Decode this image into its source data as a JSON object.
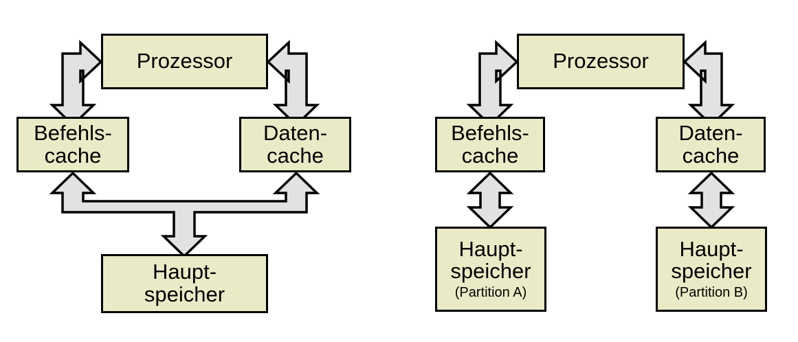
{
  "figure": {
    "background_color": "#ffffff",
    "box_fill_color": "#eaeac7",
    "box_stroke_color": "#000000",
    "arrow_fill_color": "#e2e2e2",
    "arrow_stroke_color": "#000000"
  },
  "diagrams": [
    {
      "id": "harvard-shared-memory",
      "nodes": {
        "processor": {
          "line1": "Prozessor"
        },
        "instruction_cache": {
          "line1": "Befehls-",
          "line2": "cache"
        },
        "data_cache": {
          "line1": "Daten-",
          "line2": "cache"
        },
        "main_memory": {
          "line1": "Haupt-",
          "line2": "speicher"
        }
      },
      "connectors": [
        {
          "name": "processor-to-instruction-cache",
          "kind": "elbow-double-arrow"
        },
        {
          "name": "processor-to-data-cache",
          "kind": "elbow-double-arrow"
        },
        {
          "name": "caches-to-main-memory",
          "kind": "trident-arrow"
        }
      ]
    },
    {
      "id": "partitioned-memory",
      "nodes": {
        "processor": {
          "line1": "Prozessor"
        },
        "instruction_cache": {
          "line1": "Befehls-",
          "line2": "cache"
        },
        "data_cache": {
          "line1": "Daten-",
          "line2": "cache"
        },
        "main_memory_a": {
          "line1": "Haupt-",
          "line2": "speicher",
          "sub": "(Partition A)"
        },
        "main_memory_b": {
          "line1": "Haupt-",
          "line2": "speicher",
          "sub": "(Partition B)"
        }
      },
      "connectors": [
        {
          "name": "processor-to-instruction-cache",
          "kind": "elbow-double-arrow"
        },
        {
          "name": "processor-to-data-cache",
          "kind": "elbow-double-arrow"
        },
        {
          "name": "instruction-cache-to-memory-a",
          "kind": "vertical-double-arrow"
        },
        {
          "name": "data-cache-to-memory-b",
          "kind": "vertical-double-arrow"
        }
      ]
    }
  ]
}
